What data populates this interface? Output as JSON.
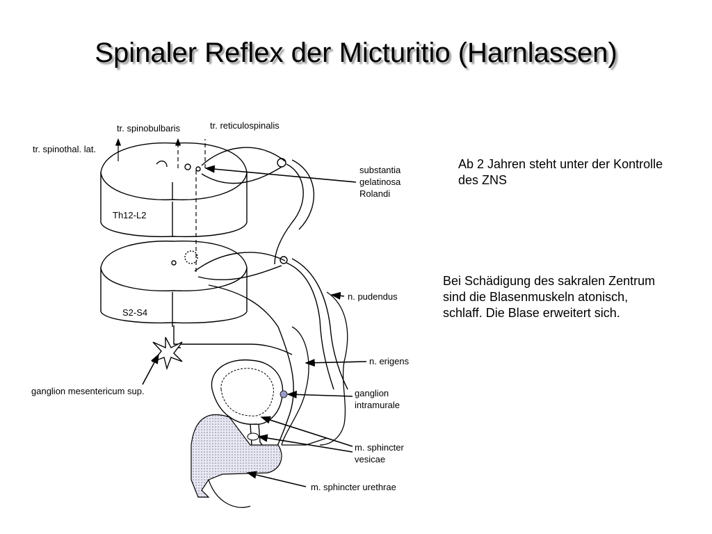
{
  "slide": {
    "title": "Spinaler Reflex der Micturitio (Harnlassen)"
  },
  "diagram": {
    "labels": {
      "tr_spinobulbaris": "tr. spinobulbaris",
      "tr_reticulospinalis": "tr. reticulospinalis",
      "tr_spinothal_lat": "tr. spinothal. lat.",
      "substantia_1": "substantia",
      "substantia_2": "gelatinosa",
      "substantia_3": "Rolandi",
      "segment_upper": "Th12-L2",
      "segment_lower": "S2-S4",
      "n_pudendus": "n. pudendus",
      "n_erigens": "n. erigens",
      "ganglion_mesentericum": "ganglion mesentericum sup.",
      "ganglion_intramurale_1": "ganglion",
      "ganglion_intramurale_2": "intramurale",
      "m_sphincter_vesicae_1": "m. sphincter",
      "m_sphincter_vesicae_2": "vesicae",
      "m_sphincter_urethrae": "m. sphincter urethrae"
    }
  },
  "notes": {
    "note_zns": "Ab 2 Jahren steht unter der Kontrolle des ZNS",
    "note_sakral": "Bei Schädigung des sakralen Zentrum sind die Blasenmuskeln atonisch, schlaff. Die Blase erweitert sich."
  }
}
